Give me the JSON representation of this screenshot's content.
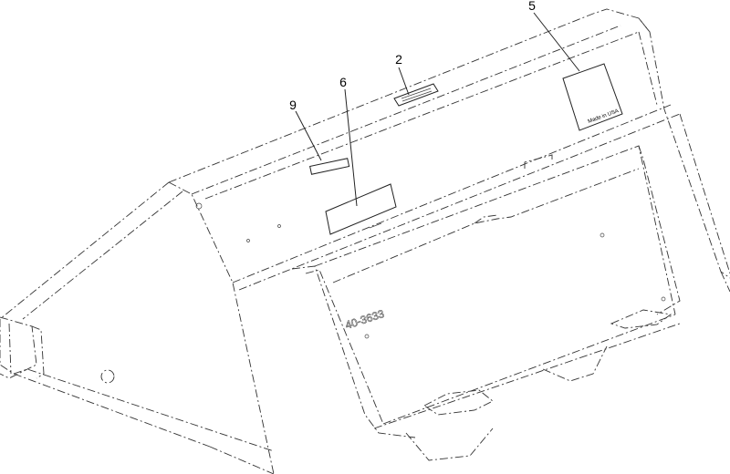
{
  "callouts": [
    {
      "id": "callout-2",
      "label": "2"
    },
    {
      "id": "callout-5",
      "label": "5"
    },
    {
      "id": "callout-6",
      "label": "6"
    },
    {
      "id": "callout-9",
      "label": "9"
    }
  ],
  "decals": {
    "made_in_label": "Made in USA",
    "part_stamp": "40-3633"
  }
}
